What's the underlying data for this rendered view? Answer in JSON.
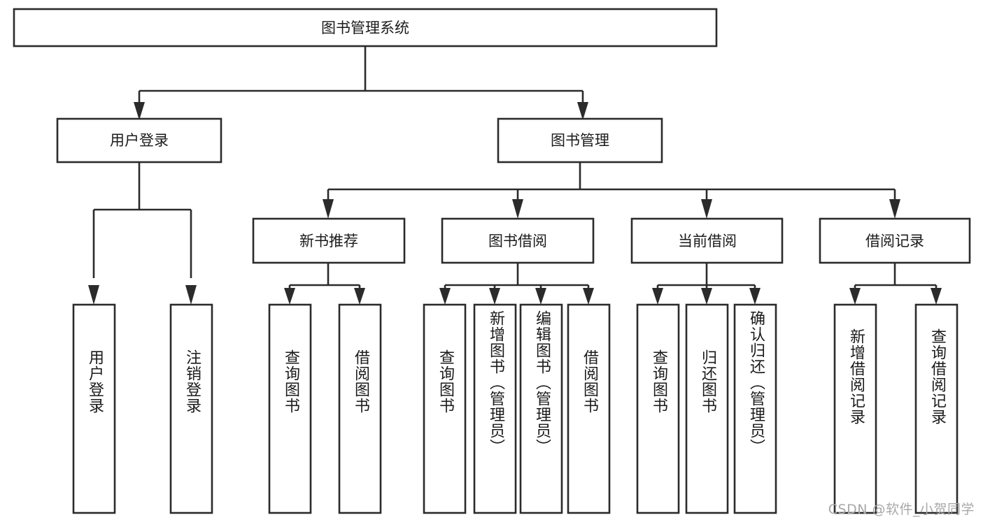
{
  "diagram": {
    "type": "tree-hierarchy-functional-decomposition",
    "title": "图书管理系统",
    "watermark": "CSDN @软件_小贺同学",
    "colors": {
      "stroke": "#2b2b2b",
      "fill": "#ffffff",
      "text": "#1b1b1b",
      "watermark": "#a8a8a8"
    },
    "levels": {
      "level1": [
        {
          "label": "图书管理系统"
        }
      ],
      "level2": [
        {
          "label": "用户登录"
        },
        {
          "label": "图书管理"
        }
      ],
      "level3": [
        {
          "label": "新书推荐"
        },
        {
          "label": "图书借阅"
        },
        {
          "label": "当前借阅"
        },
        {
          "label": "借阅记录"
        }
      ],
      "leaves": [
        {
          "label": "用户登录",
          "parent": "用户登录"
        },
        {
          "label": "注销登录",
          "parent": "用户登录"
        },
        {
          "label": "查询图书",
          "parent": "新书推荐"
        },
        {
          "label": "借阅图书",
          "parent": "新书推荐"
        },
        {
          "label": "查询图书",
          "parent": "图书借阅"
        },
        {
          "label": "新增图书（管理员）",
          "parent": "图书借阅"
        },
        {
          "label": "编辑图书（管理员）",
          "parent": "图书借阅"
        },
        {
          "label": "借阅图书",
          "parent": "图书借阅"
        },
        {
          "label": "查询图书",
          "parent": "当前借阅"
        },
        {
          "label": "归还图书",
          "parent": "当前借阅"
        },
        {
          "label": "确认归还（管理员）",
          "parent": "当前借阅"
        },
        {
          "label": "新增借阅记录",
          "parent": "借阅记录"
        },
        {
          "label": "查询借阅记录",
          "parent": "借阅记录"
        }
      ]
    }
  }
}
